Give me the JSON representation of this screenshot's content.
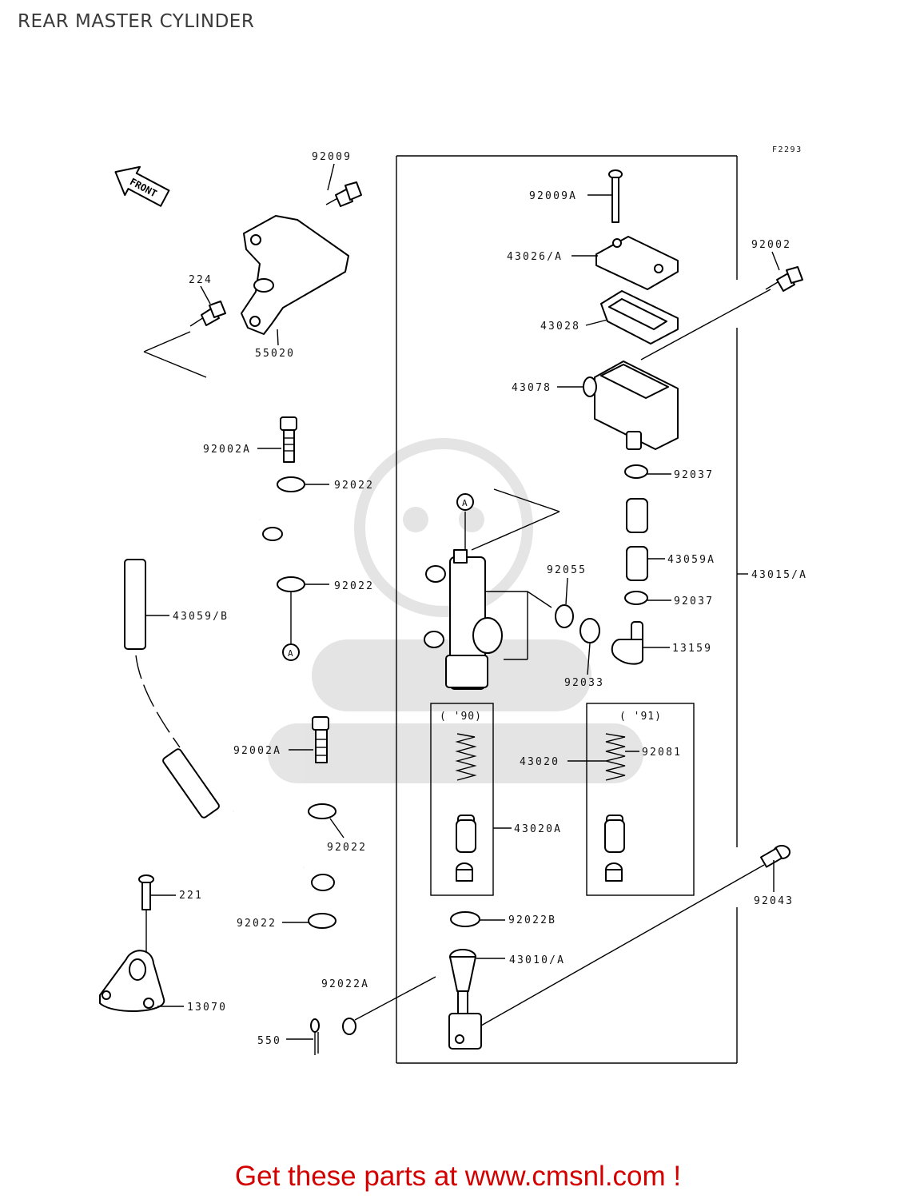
{
  "header": {
    "title": "REAR MASTER CYLINDER"
  },
  "diagram": {
    "figure_code": "F2293",
    "front_marker": "FRONT",
    "callout_a": "A",
    "year_90": "( '90)",
    "year_91": "( '91)",
    "labels": {
      "p92009": "92009",
      "p224": "224",
      "p55020": "55020",
      "p92002a_top": "92002A",
      "p92022_1": "92022",
      "p92022_2": "92022",
      "p43059b": "43059/B",
      "p92002a_bottom": "92002A",
      "p92022_3": "92022",
      "p92022_4": "92022",
      "p221": "221",
      "p13070": "13070",
      "p550": "550",
      "p92022a": "92022A",
      "p92009a": "92009A",
      "p43026a": "43026/A",
      "p43028": "43028",
      "p43078": "43078",
      "p92002": "92002",
      "p92037_1": "92037",
      "p43059a": "43059A",
      "p92037_2": "92037",
      "p43015a": "43015/A",
      "p92055": "92055",
      "p13159": "13159",
      "p92033": "92033",
      "p43020": "43020",
      "p92081": "92081",
      "p43020a": "43020A",
      "p92043": "92043",
      "p92022b": "92022B",
      "p43010a": "43010/A"
    }
  },
  "footer": {
    "cta": "Get these parts at www.cmsnl.com !"
  }
}
